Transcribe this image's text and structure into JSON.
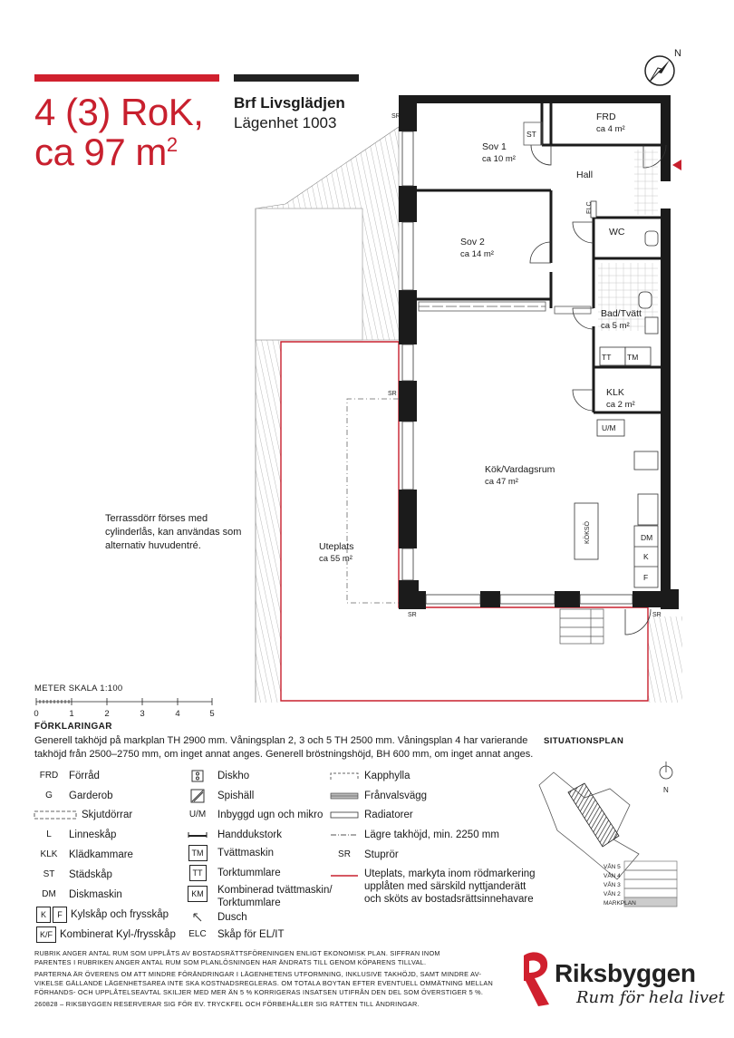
{
  "header": {
    "rooms_line": "4 (3) RoK,",
    "area_line_prefix": "ca 97 m",
    "area_sup": "2",
    "association": "Brf Livsglädjen",
    "apartment": "Lägenhet 1003"
  },
  "compass_label": "N",
  "rooms": {
    "frd": {
      "name": "FRD",
      "area": "ca 4 m²"
    },
    "sov1": {
      "name": "Sov 1",
      "area": "ca 10 m²"
    },
    "hall": {
      "name": "Hall"
    },
    "sov2": {
      "name": "Sov 2",
      "area": "ca 14 m²"
    },
    "wc": {
      "name": "WC"
    },
    "bad": {
      "name": "Bad/Tvätt",
      "area": "ca 5 m²"
    },
    "klk": {
      "name": "KLK",
      "area": "ca 2 m²"
    },
    "kok": {
      "name": "Kök/Vardagsrum",
      "area": "ca 47 m²"
    },
    "uteplats": {
      "name": "Uteplats",
      "area": "ca 55 m²"
    }
  },
  "plan_labels": {
    "st": "ST",
    "elc": "ELC",
    "tt": "TT",
    "tm": "TM",
    "um": "U/M",
    "dm": "DM",
    "k": "K",
    "f": "F",
    "sr": "SR",
    "koksö": "KÖKSÖ"
  },
  "note": "Terrassdörr förses med cylinderlås, kan användas som alternativ huvudentré.",
  "scale": {
    "title": "METER  SKALA 1:100",
    "ticks": [
      "0",
      "1",
      "2",
      "3",
      "4",
      "5"
    ]
  },
  "explanations": {
    "title": "FÖRKLARINGAR",
    "text": "Generell takhöjd på markplan TH 2900 mm. Våningsplan 2, 3 och 5 TH 2500 mm. Våningsplan 4 har varierande takhöjd från 2500–2750 mm, om inget annat anges. Generell bröstningshöjd, BH 600 mm, om inget annat anges."
  },
  "situation": {
    "title": "SITUATIONSPLAN",
    "north": "N",
    "levels": [
      "VÅN 5",
      "VÅN 4",
      "VÅN 3",
      "VÅN 2",
      "MARKPLAN"
    ]
  },
  "legend_col1": [
    {
      "abbr": "FRD",
      "label": "Förråd"
    },
    {
      "abbr": "G",
      "label": "Garderob"
    },
    {
      "abbr": "",
      "label": "Skjutdörrar"
    },
    {
      "abbr": "L",
      "label": "Linneskåp"
    },
    {
      "abbr": "KLK",
      "label": "Klädkammare"
    },
    {
      "abbr": "ST",
      "label": "Städskåp"
    },
    {
      "abbr": "DM",
      "label": "Diskmaskin"
    },
    {
      "abbr": "K",
      "abbr2": "F",
      "label": "Kylskåp och frysskåp"
    },
    {
      "abbr": "K/F",
      "label": "Kombinerat Kyl-/frysskåp"
    }
  ],
  "legend_col2": [
    {
      "abbr": "",
      "label": "Diskho"
    },
    {
      "abbr": "",
      "label": "Spishäll"
    },
    {
      "abbr": "U/M",
      "label": "Inbyggd ugn och mikro"
    },
    {
      "abbr": "",
      "label": "Handdukstork"
    },
    {
      "abbr": "TM",
      "label": "Tvättmaskin"
    },
    {
      "abbr": "TT",
      "label": "Torktummlare"
    },
    {
      "abbr": "KM",
      "label": "Kombinerad tvättmaskin/",
      "label2": "Torktummlare"
    },
    {
      "abbr": "",
      "label": "Dusch"
    },
    {
      "abbr": "ELC",
      "label": "Skåp för EL/IT"
    }
  ],
  "legend_col3": [
    {
      "abbr": "",
      "label": "Kapphylla"
    },
    {
      "abbr": "",
      "label": "Frånvalsvägg"
    },
    {
      "abbr": "",
      "label": "Radiatorer"
    },
    {
      "abbr": "",
      "label": "Lägre takhöjd, min. 2250 mm"
    },
    {
      "abbr": "SR",
      "label": "Stuprör"
    },
    {
      "abbr": "",
      "label": "Uteplats, markyta inom rödmarkering",
      "label2": "upplåten med särskild nyttjanderätt",
      "label3": "och sköts av bostadsrättsinnehavare"
    }
  ],
  "fineprint": {
    "p1a": "RUBRIK ANGER ANTAL RUM SOM UPPLÅTS AV BOSTADSRÄTTSFÖRENINGEN ENLIGT EKONOMISK PLAN. SIFFRAN INOM",
    "p1b": "PARENTES I RUBRIKEN ANGER ANTAL RUM SOM PLANLÖSNINGEN HAR ÄNDRATS TILL GENOM KÖPARENS TILLVAL.",
    "p2a": "PARTERNA ÄR ÖVERENS OM ATT MINDRE FÖRÄNDRINGAR I LÄGENHETENS UTFORMNING, INKLUSIVE TAKHÖJD, SAMT MINDRE AV-",
    "p2b": "VIKELSE GÄLLANDE LÄGENHETSAREA INTE SKA KOSTNADSREGLERAS. OM TOTALA BOYTAN EFTER EVENTUELL OMMÄTNING MELLAN",
    "p2c": "FÖRHANDS- OCH UPPLÅTELSEAVTAL SKILJER MED MER ÄN 5 % KORRIGERAS INSATSEN UTIFRÅN DEN DEL SOM ÖVERSTIGER 5 %.",
    "p3": "260828 – RIKSBYGGEN RESERVERAR SIG FÖR EV. TRYCKFEL OCH FÖRBEHÅLLER SIG RÄTTEN TILL ÄNDRINGAR."
  },
  "brand": {
    "name": "Riksbyggen",
    "tagline": "Rum för hela livet",
    "color": "#d0202e"
  }
}
